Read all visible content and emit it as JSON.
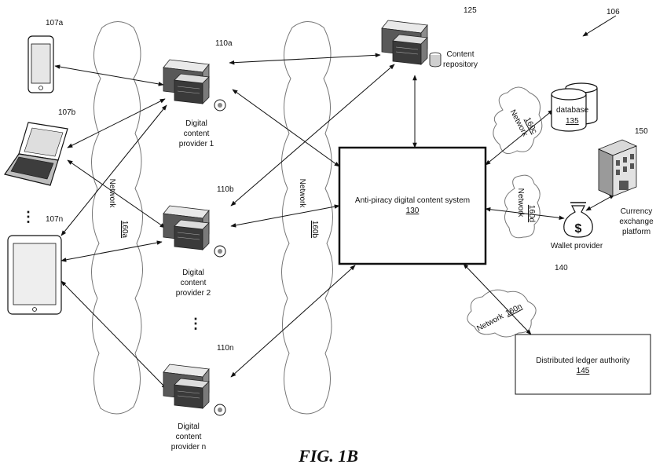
{
  "figure_ref": "106",
  "figure_caption": "FIG. 1B",
  "devices": {
    "phone": {
      "ref": "107a"
    },
    "laptop": {
      "ref": "107b"
    },
    "tablet": {
      "ref": "107n"
    }
  },
  "providers": [
    {
      "ref": "110a",
      "label_line1": "Digital",
      "label_line2": "content",
      "label_line3": "provider 1"
    },
    {
      "ref": "110b",
      "label_line1": "Digital",
      "label_line2": "content",
      "label_line3": "provider 2"
    },
    {
      "ref": "110n",
      "label_line1": "Digital",
      "label_line2": "content",
      "label_line3": "provider n"
    }
  ],
  "repository": {
    "ref": "125",
    "label_line1": "Content",
    "label_line2": "repository"
  },
  "database": {
    "label": "database",
    "ref": "135"
  },
  "system": {
    "label": "Anti-piracy digital content system",
    "ref": "130"
  },
  "currency": {
    "ref": "150",
    "label_line1": "Currency",
    "label_line2": "exchange",
    "label_line3": "platform"
  },
  "wallet": {
    "label": "Wallet provider",
    "ref": "140",
    "symbol": "$"
  },
  "ledger": {
    "label": "Distributed ledger authority",
    "ref": "145"
  },
  "networks": {
    "a": {
      "word": "Network",
      "ref": "160a"
    },
    "b": {
      "word": "Network",
      "ref": "160b"
    },
    "c": {
      "word": "Network",
      "ref": "160c"
    },
    "d": {
      "word": "Network",
      "ref": "160d"
    },
    "n": {
      "word": "Network",
      "ref": "160n"
    }
  },
  "ellipsis": "⋮"
}
